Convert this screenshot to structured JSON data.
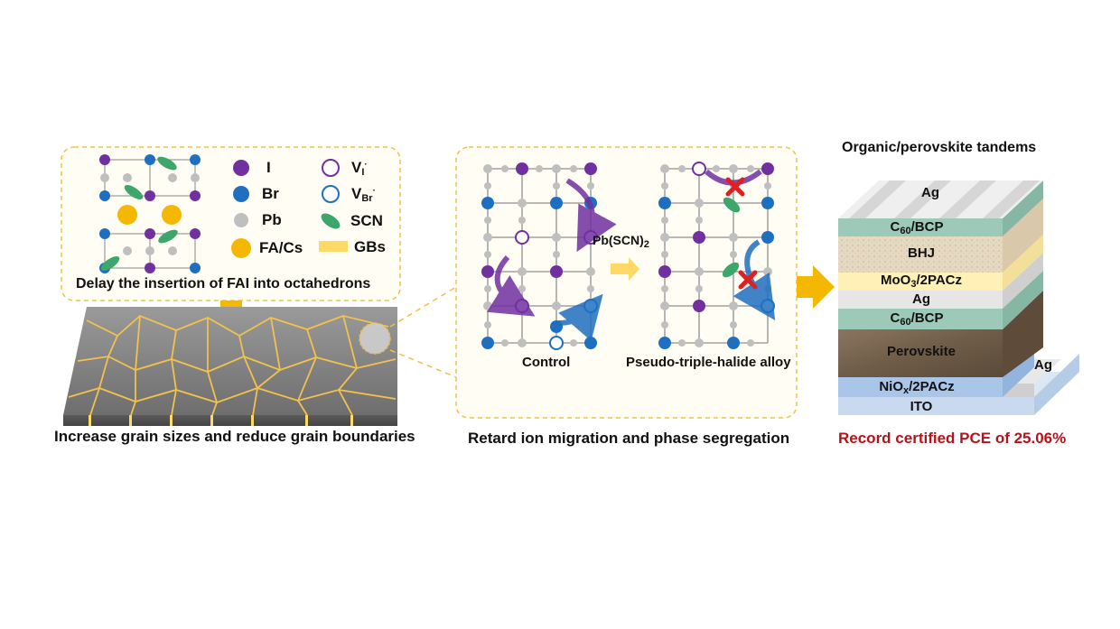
{
  "left_panel": {
    "legend": {
      "iodide": "I",
      "bromide": "Br",
      "lead": "Pb",
      "cation": "FA/Cs",
      "v_i_base": "V",
      "v_i_sub": "I",
      "v_i_sup": "·",
      "v_br_base": "V",
      "v_br_sub": "Br",
      "v_br_sup": "·",
      "scn": "SCN",
      "gbs": "GBs"
    },
    "box_caption": "Delay the insertion of FAI into octahedrons",
    "film_caption": "Increase grain sizes and reduce grain boundaries"
  },
  "middle_panel": {
    "additive_base": "Pb(SCN)",
    "additive_sub": "2",
    "control_label": "Control",
    "alloy_label": "Pseudo-triple-halide alloy",
    "caption": "Retard ion migration and phase segregation"
  },
  "right_panel": {
    "title": "Organic/perovskite tandems",
    "layers": {
      "ag_top": "Ag",
      "c60_top_base": "C",
      "c60_top_sub": "60",
      "c60_top_rest": "/BCP",
      "bhj": "BHJ",
      "moo3_base": "MoO",
      "moo3_sub": "3",
      "moo3_rest": "/2PACz",
      "ag_mid": "Ag",
      "c60_bot_base": "C",
      "c60_bot_sub": "60",
      "c60_bot_rest": "/BCP",
      "perovskite": "Perovskite",
      "nio_base": "NiO",
      "nio_sub": "x",
      "nio_rest": "/2PACz",
      "ito": "ITO",
      "ag_side": "Ag"
    },
    "result": "Record certified PCE of 25.06%"
  },
  "colors": {
    "iodide": "#7030a0",
    "bromide": "#1f6fc0",
    "lead": "#bfbfbf",
    "cation": "#f5b800",
    "scn": "#3ca66b",
    "gb": "#ffd966",
    "accent_arrow": "#f5b800",
    "result_red": "#b3141b"
  }
}
